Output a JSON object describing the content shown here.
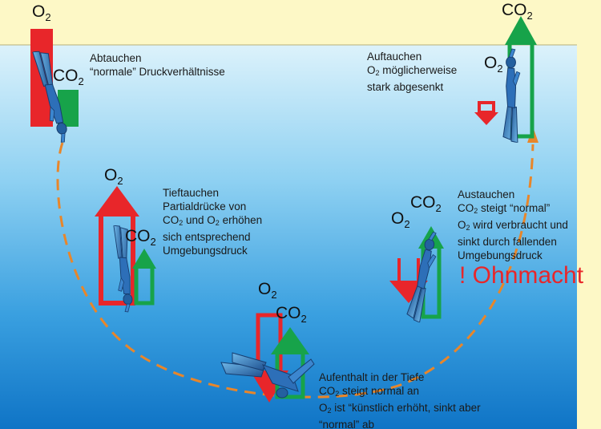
{
  "gas": {
    "o2_base": "O",
    "co2_base": "CO",
    "sub": "2"
  },
  "stages": {
    "abtauchen": {
      "line1": "Abtauchen",
      "line2": "“normale” Druckverhältnisse"
    },
    "tieftauchen": {
      "line1": "Tieftauchen",
      "line2": "Partialdrücke von",
      "line3_pre": "CO",
      "line3_mid": " und O",
      "line3_post": " erhöhen",
      "line4": "sich entsprechend",
      "line5": "Umgebungsdruck"
    },
    "aufenthalt": {
      "line1": "Aufenthalt in der Tiefe",
      "line2_pre": "CO",
      "line2_post": " steigt normal an",
      "line3_pre": "O",
      "line3_post": " ist “künstlich erhöht, sinkt aber",
      "line4": "“normal” ab"
    },
    "austauchen": {
      "line1": "Austauchen",
      "line2_pre": "CO",
      "line2_post": " steigt “normal”",
      "line3_pre": "O",
      "line3_post": " wird verbraucht und",
      "line4": "sinkt durch fallenden",
      "line5": "Umgebungsdruck"
    },
    "auftauchen": {
      "line1": "Auftauchen",
      "line2_pre": "O",
      "line2_post": " möglicherweise",
      "line3": "stark abgesenkt"
    }
  },
  "warning": "! Ohnmacht",
  "colors": {
    "o2": "#e8262a",
    "co2": "#17a34a",
    "path": "#e8862a",
    "water_top": "#d6f0fb",
    "water_bottom": "#1177c9",
    "background": "#fdf8c6"
  },
  "icons": [
    "diver-icon",
    "arrow-up-icon",
    "arrow-down-icon"
  ]
}
